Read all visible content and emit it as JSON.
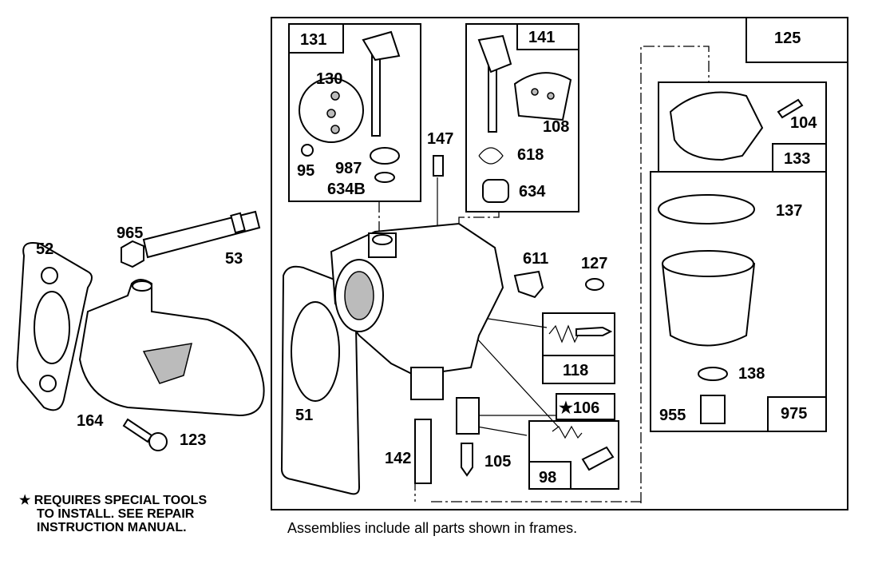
{
  "diagram": {
    "part_labels": {
      "p131": "131",
      "p130": "130",
      "p95": "95",
      "p987": "987",
      "p634b": "634B",
      "p141": "141",
      "p108": "108",
      "p618": "618",
      "p634": "634",
      "p147": "147",
      "p125": "125",
      "p104": "104",
      "p133": "133",
      "p137": "137",
      "p138": "138",
      "p955": "955",
      "p975": "975",
      "p965": "965",
      "p52": "52",
      "p53": "53",
      "p611": "611",
      "p127": "127",
      "p118": "118",
      "p106": "★106",
      "p98": "98",
      "p105": "105",
      "p142": "142",
      "p51": "51",
      "p164": "164",
      "p123": "123"
    },
    "note_lines": [
      "★ REQUIRES SPECIAL TOOLS",
      "TO INSTALL.  SEE REPAIR",
      "INSTRUCTION MANUAL."
    ],
    "caption": "Assemblies include all parts shown in frames."
  }
}
